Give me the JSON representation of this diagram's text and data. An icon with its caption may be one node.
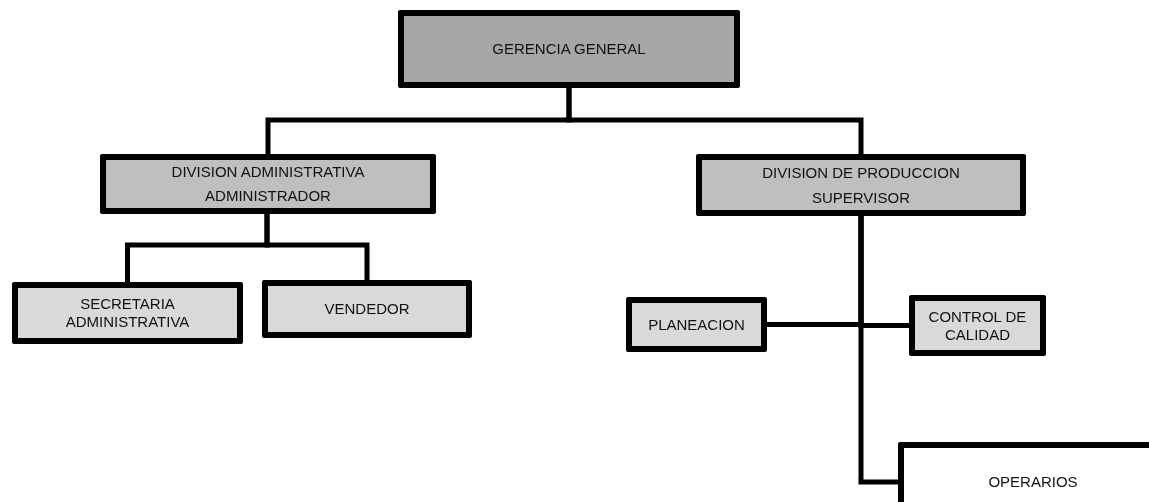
{
  "diagram": {
    "nodes": [
      {
        "text": [
          "GERENCIA GENERAL"
        ]
      },
      {
        "text": [
          "DIVISION ADMINISTRATIVA",
          "ADMINISTRADOR"
        ]
      },
      {
        "text": [
          "DIVISION DE PRODUCCION",
          "SUPERVISOR"
        ]
      },
      {
        "text": [
          "SECRETARIA ADMINISTRATIVA"
        ]
      },
      {
        "text": [
          "VENDEDOR"
        ]
      },
      {
        "text": [
          "PLANEACION"
        ]
      },
      {
        "text": [
          "CONTROL DE CALIDAD"
        ]
      },
      {
        "text": [
          "OPERARIOS"
        ]
      }
    ],
    "edges": [
      {
        "from": 0,
        "to": 1,
        "arrow": "none"
      },
      {
        "from": 0,
        "to": 2,
        "arrow": "none"
      },
      {
        "from": 1,
        "to": 3,
        "arrow": "none"
      },
      {
        "from": 1,
        "to": 4,
        "arrow": "none"
      },
      {
        "from": 2,
        "to": 5,
        "arrow": "none"
      },
      {
        "from": 2,
        "to": 6,
        "arrow": "none"
      },
      {
        "from": 2,
        "to": 7,
        "arrow": "none"
      }
    ]
  }
}
